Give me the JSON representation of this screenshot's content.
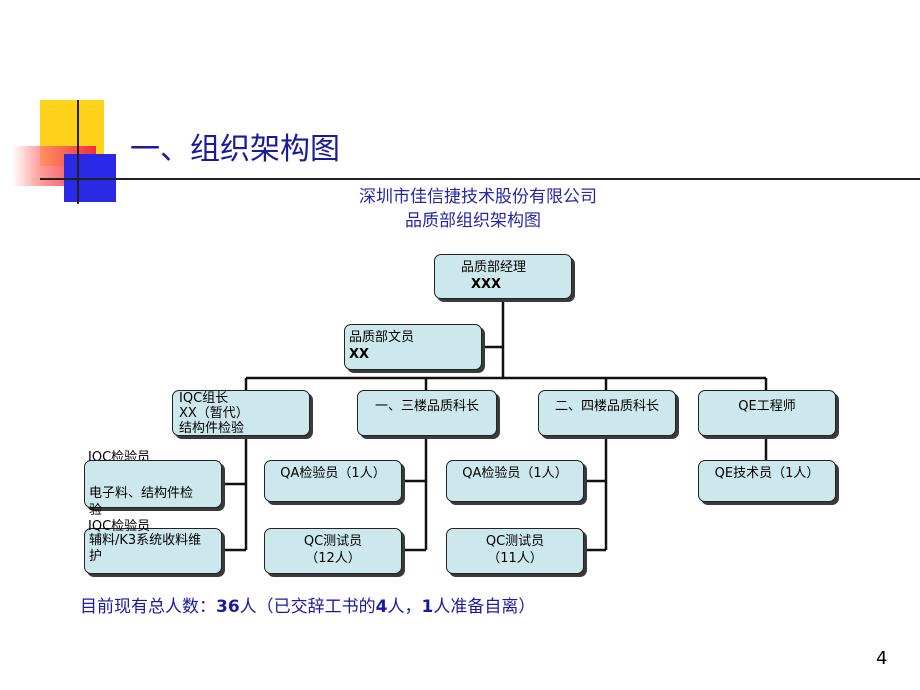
{
  "slide": {
    "title": "一、组织架构图",
    "page_number": "4"
  },
  "chart": {
    "company": "深圳市佳信捷技术股份有限公司",
    "subtitle": "品质部组织架构图"
  },
  "nodes": {
    "manager": {
      "line1": "品质部经理",
      "line2": "XXX"
    },
    "clerk": {
      "line1": "品质部文员",
      "line2": "XX"
    },
    "iqc_leader": {
      "line1": "IQC组长",
      "line2": "XX（暂代）",
      "line3": "结构件检验"
    },
    "floor13_chief": {
      "line1": "一、三楼品质科长"
    },
    "floor24_chief": {
      "line1": "二、四楼品质科长"
    },
    "qe_engineer": {
      "line1": "QE工程师"
    },
    "iqc_inspector_1": {
      "label": "IQC检验员",
      "line1": "电子料、结构件检",
      "line2": "验"
    },
    "iqc_inspector_2": {
      "label": "IQC检验员",
      "line1": "辅料/K3系统收料维",
      "line2": "护"
    },
    "qa_inspector_13": {
      "line1": "QA检验员（1人）"
    },
    "qc_tester_13": {
      "line1": "QC测试员",
      "line2": "（12人）"
    },
    "qa_inspector_24": {
      "line1": "QA检验员（1人）"
    },
    "qc_tester_24": {
      "line1": "QC测试员",
      "line2": "（11人）"
    },
    "qe_technician": {
      "line1": "QE技术员（1人）"
    }
  },
  "summary": {
    "prefix": "目前现有总人数：",
    "total": "36",
    "part1": "人（已交辞工书的",
    "resigned": "4",
    "part2": "人，",
    "leaving": "1",
    "part3": "人准备自离）"
  },
  "colors": {
    "title": "#1a1aa0",
    "box_fill": "#cde8ec",
    "accent_yellow": "#ffd21a",
    "accent_red": "#f03040",
    "accent_blue": "#2a2ae6"
  }
}
